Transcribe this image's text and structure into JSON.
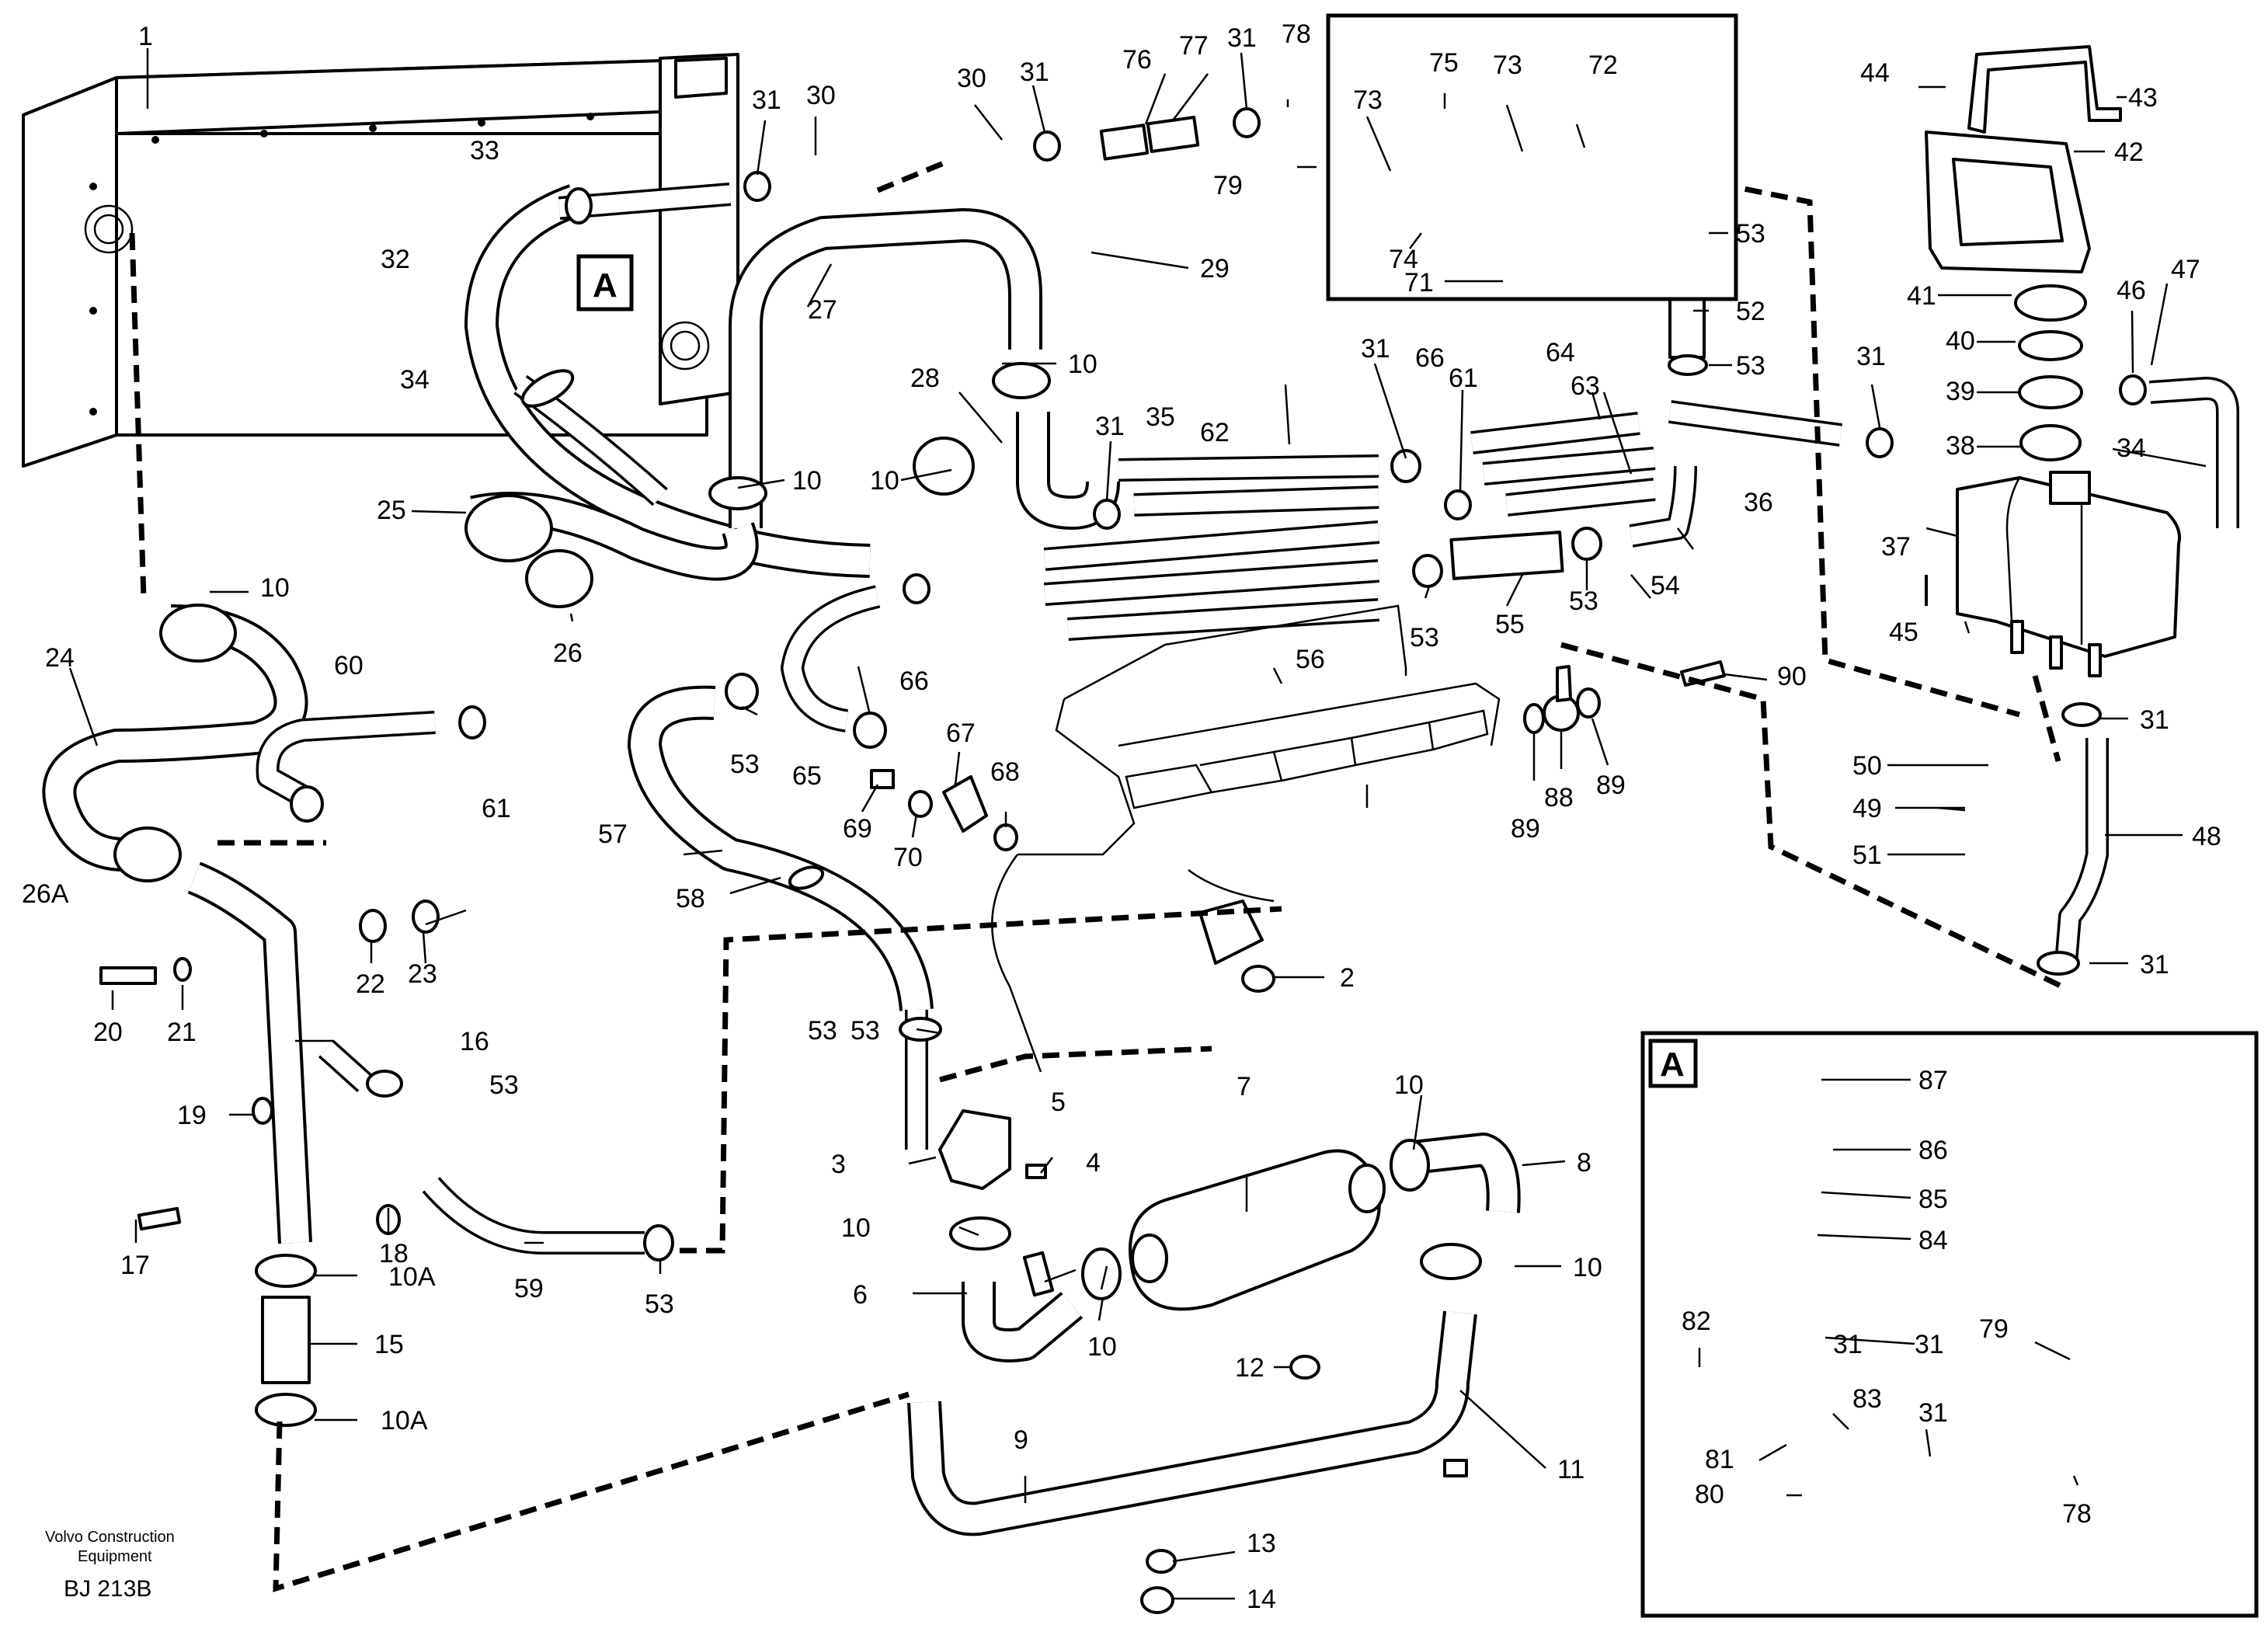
{
  "footer": {
    "company_line1": "Volvo Construction",
    "company_line2": "Equipment",
    "code": "BJ 213B"
  },
  "detail_labels": {
    "main": "A",
    "inset": "A"
  },
  "callouts": [
    {
      "id": "c1",
      "text": "1"
    },
    {
      "id": "c2",
      "text": "2"
    },
    {
      "id": "c3",
      "text": "3"
    },
    {
      "id": "c4",
      "text": "4"
    },
    {
      "id": "c5",
      "text": "5"
    },
    {
      "id": "c6",
      "text": "6"
    },
    {
      "id": "c7",
      "text": "7"
    },
    {
      "id": "c8",
      "text": "8"
    },
    {
      "id": "c9",
      "text": "9"
    },
    {
      "id": "c10a",
      "text": "10"
    },
    {
      "id": "c10b",
      "text": "10"
    },
    {
      "id": "c10c",
      "text": "10"
    },
    {
      "id": "c10d",
      "text": "10"
    },
    {
      "id": "c10e",
      "text": "10"
    },
    {
      "id": "c10f",
      "text": "10"
    },
    {
      "id": "c10g",
      "text": "10"
    },
    {
      "id": "c10h",
      "text": "10"
    },
    {
      "id": "c10A1",
      "text": "10A"
    },
    {
      "id": "c10A2",
      "text": "10A"
    },
    {
      "id": "c11",
      "text": "11"
    },
    {
      "id": "c12",
      "text": "12"
    },
    {
      "id": "c13",
      "text": "13"
    },
    {
      "id": "c14",
      "text": "14"
    },
    {
      "id": "c15",
      "text": "15"
    },
    {
      "id": "c16",
      "text": "16"
    },
    {
      "id": "c17",
      "text": "17"
    },
    {
      "id": "c18",
      "text": "18"
    },
    {
      "id": "c19",
      "text": "19"
    },
    {
      "id": "c20",
      "text": "20"
    },
    {
      "id": "c21",
      "text": "21"
    },
    {
      "id": "c22",
      "text": "22"
    },
    {
      "id": "c23",
      "text": "23"
    },
    {
      "id": "c24",
      "text": "24"
    },
    {
      "id": "c25",
      "text": "25"
    },
    {
      "id": "c26",
      "text": "26"
    },
    {
      "id": "c26A",
      "text": "26A"
    },
    {
      "id": "c27",
      "text": "27"
    },
    {
      "id": "c28",
      "text": "28"
    },
    {
      "id": "c29",
      "text": "29"
    },
    {
      "id": "c30a",
      "text": "30"
    },
    {
      "id": "c30b",
      "text": "30"
    },
    {
      "id": "c31a",
      "text": "31"
    },
    {
      "id": "c31b",
      "text": "31"
    },
    {
      "id": "c31c",
      "text": "31"
    },
    {
      "id": "c31d",
      "text": "31"
    },
    {
      "id": "c31e",
      "text": "31"
    },
    {
      "id": "c31f",
      "text": "31"
    },
    {
      "id": "c31g",
      "text": "31"
    },
    {
      "id": "c31h",
      "text": "31"
    },
    {
      "id": "c31i",
      "text": "31"
    },
    {
      "id": "c31j",
      "text": "31"
    },
    {
      "id": "c31k",
      "text": "31"
    },
    {
      "id": "c32",
      "text": "32"
    },
    {
      "id": "c33",
      "text": "33"
    },
    {
      "id": "c34a",
      "text": "34"
    },
    {
      "id": "c34b",
      "text": "34"
    },
    {
      "id": "c35",
      "text": "35"
    },
    {
      "id": "c36",
      "text": "36"
    },
    {
      "id": "c37",
      "text": "37"
    },
    {
      "id": "c38",
      "text": "38"
    },
    {
      "id": "c39",
      "text": "39"
    },
    {
      "id": "c40",
      "text": "40"
    },
    {
      "id": "c41",
      "text": "41"
    },
    {
      "id": "c42",
      "text": "42"
    },
    {
      "id": "c43",
      "text": "43"
    },
    {
      "id": "c44",
      "text": "44"
    },
    {
      "id": "c45",
      "text": "45"
    },
    {
      "id": "c46",
      "text": "46"
    },
    {
      "id": "c47",
      "text": "47"
    },
    {
      "id": "c48",
      "text": "48"
    },
    {
      "id": "c49",
      "text": "49"
    },
    {
      "id": "c50",
      "text": "50"
    },
    {
      "id": "c51",
      "text": "51"
    },
    {
      "id": "c52",
      "text": "52"
    },
    {
      "id": "c53a",
      "text": "53"
    },
    {
      "id": "c53b",
      "text": "53"
    },
    {
      "id": "c53c",
      "text": "53"
    },
    {
      "id": "c53d",
      "text": "53"
    },
    {
      "id": "c53e",
      "text": "53"
    },
    {
      "id": "c53f",
      "text": "53"
    },
    {
      "id": "c53g",
      "text": "53"
    },
    {
      "id": "c53h",
      "text": "53"
    },
    {
      "id": "c53i",
      "text": "53"
    },
    {
      "id": "c54",
      "text": "54"
    },
    {
      "id": "c55",
      "text": "55"
    },
    {
      "id": "c56",
      "text": "56"
    },
    {
      "id": "c57",
      "text": "57"
    },
    {
      "id": "c58",
      "text": "58"
    },
    {
      "id": "c59",
      "text": "59"
    },
    {
      "id": "c60",
      "text": "60"
    },
    {
      "id": "c61a",
      "text": "61"
    },
    {
      "id": "c61b",
      "text": "61"
    },
    {
      "id": "c62",
      "text": "62"
    },
    {
      "id": "c63",
      "text": "63"
    },
    {
      "id": "c64",
      "text": "64"
    },
    {
      "id": "c65",
      "text": "65"
    },
    {
      "id": "c66a",
      "text": "66"
    },
    {
      "id": "c66b",
      "text": "66"
    },
    {
      "id": "c67",
      "text": "67"
    },
    {
      "id": "c68",
      "text": "68"
    },
    {
      "id": "c69",
      "text": "69"
    },
    {
      "id": "c70",
      "text": "70"
    },
    {
      "id": "c71",
      "text": "71"
    },
    {
      "id": "c72",
      "text": "72"
    },
    {
      "id": "c73a",
      "text": "73"
    },
    {
      "id": "c73b",
      "text": "73"
    },
    {
      "id": "c74",
      "text": "74"
    },
    {
      "id": "c75",
      "text": "75"
    },
    {
      "id": "c76",
      "text": "76"
    },
    {
      "id": "c77",
      "text": "77"
    },
    {
      "id": "c78a",
      "text": "78"
    },
    {
      "id": "c78b",
      "text": "78"
    },
    {
      "id": "c79a",
      "text": "79"
    },
    {
      "id": "c79b",
      "text": "79"
    },
    {
      "id": "c80",
      "text": "80"
    },
    {
      "id": "c81",
      "text": "81"
    },
    {
      "id": "c82",
      "text": "82"
    },
    {
      "id": "c83",
      "text": "83"
    },
    {
      "id": "c84",
      "text": "84"
    },
    {
      "id": "c85",
      "text": "85"
    },
    {
      "id": "c86",
      "text": "86"
    },
    {
      "id": "c87",
      "text": "87"
    },
    {
      "id": "c88",
      "text": "88"
    },
    {
      "id": "c89a",
      "text": "89"
    },
    {
      "id": "c89b",
      "text": "89"
    },
    {
      "id": "c90",
      "text": "90"
    }
  ]
}
